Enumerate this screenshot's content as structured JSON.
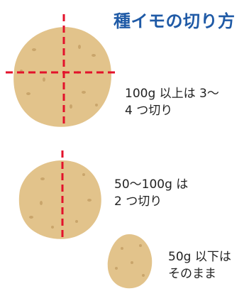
{
  "title": "種イモの切り方",
  "rules": [
    {
      "line1": "100g 以上は 3〜",
      "line2": "4 つ切り",
      "cuts": 4
    },
    {
      "line1": "50〜100g は",
      "line2": "2 つ切り",
      "cuts": 2
    },
    {
      "line1": "50g 以下は",
      "line2": "そのまま",
      "cuts": 1
    }
  ],
  "colors": {
    "title": "#1f5aa6",
    "potato": "#e2c38b",
    "potato_spot": "#c9a56b",
    "cut_line": "#e3122b",
    "text": "#222222"
  }
}
